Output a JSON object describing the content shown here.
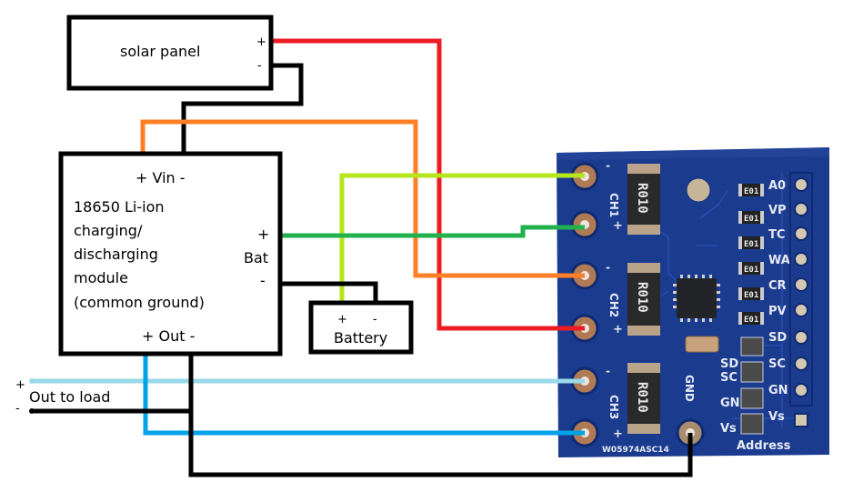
{
  "solar_panel": {
    "label": "solar panel",
    "plus": "+",
    "minus": "-"
  },
  "charger_module": {
    "vin_label": "+ Vin -",
    "title_lines": [
      "18650 Li-ion",
      "charging/",
      "discharging",
      "module",
      "(common ground)"
    ],
    "bat_plus": "+",
    "bat_label": "Bat",
    "bat_minus": "-",
    "out_label": "+ Out -"
  },
  "battery": {
    "plus": "+",
    "minus": "-",
    "label": "Battery"
  },
  "load": {
    "plus": "+",
    "label": "Out to load",
    "minus": "-"
  },
  "sensor_board": {
    "channels": [
      {
        "name": "CH1",
        "minus": "-",
        "plus": "+",
        "shunt": "R010"
      },
      {
        "name": "CH2",
        "minus": "-",
        "plus": "+",
        "shunt": "R010"
      },
      {
        "name": "CH3",
        "minus": "-",
        "plus": "+",
        "shunt": "R010"
      }
    ],
    "gnd_label": "GND",
    "pin_labels": [
      "A0",
      "VP",
      "TC",
      "WA",
      "CR",
      "PV",
      "SD",
      "SC",
      "GN",
      "Vs"
    ],
    "led_resistor_marking": "E01",
    "address_pads": [
      "SD",
      "SC",
      "GN",
      "Vs"
    ],
    "address_label": "Address",
    "serial": "W05974ASC14"
  },
  "wire_colors": {
    "solar_positive": "#ed1c24",
    "ground": "#000000",
    "vin_positive": "#ff7f27",
    "battery_positive": "#b5e61d",
    "bat_to_ch1_plus": "#22b14c",
    "load_positive": "#99d9ea",
    "out_positive": "#00a2e8",
    "pcb": "#1a3a8a"
  }
}
